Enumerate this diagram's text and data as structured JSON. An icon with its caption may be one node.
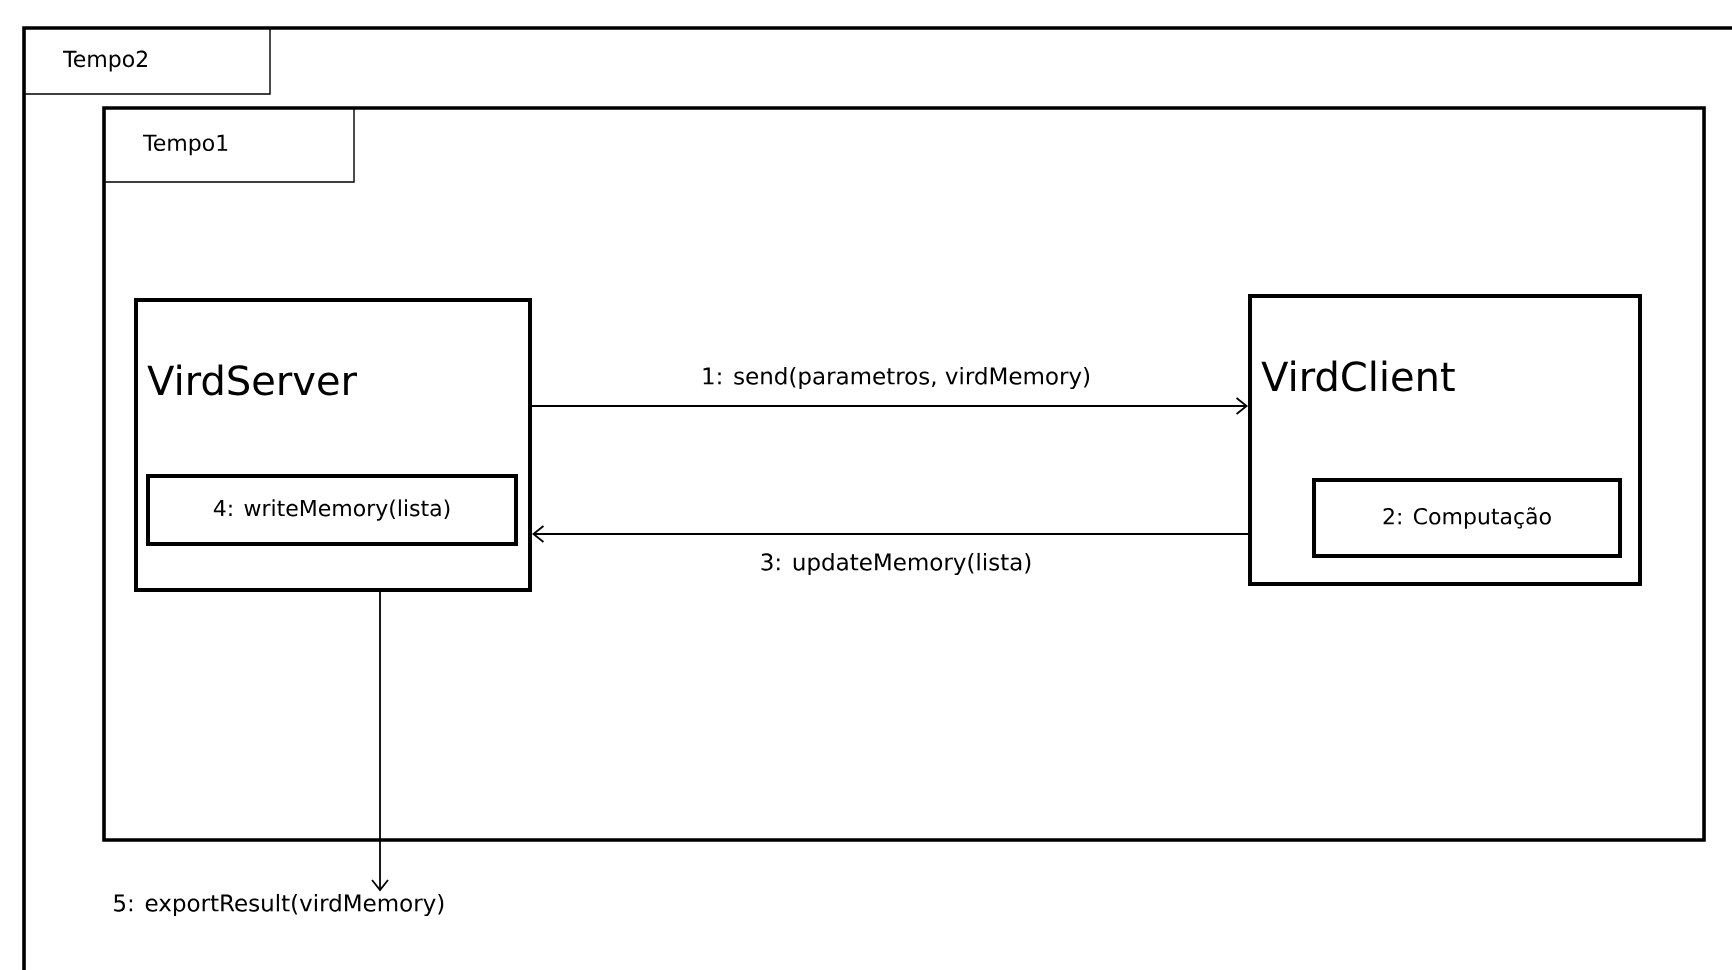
{
  "diagram": {
    "nodes": [
      {
        "text": [
          "Tempo2"
        ]
      },
      {
        "text": [
          "Tempo1"
        ],
        "in": 0
      },
      {
        "text": [
          "VirdServer"
        ],
        "in": 1
      },
      {
        "text": [
          "4: writeMemory(lista)"
        ],
        "in": 2
      },
      {
        "text": [
          "VirdClient"
        ],
        "in": 1
      },
      {
        "text": [
          "2: Computação"
        ],
        "in": 4
      },
      {
        "text": [
          "5: exportResult(virdMemory)"
        ],
        "in": 0
      }
    ],
    "edges": [
      {
        "from": 2,
        "to": 4,
        "arrow": "to",
        "label": "1: send(parametros, virdMemory)"
      },
      {
        "from": 4,
        "to": 2,
        "arrow": "to",
        "label": "3: updateMemory(lista)"
      },
      {
        "from": 2,
        "to": 6,
        "arrow": "to"
      }
    ]
  }
}
